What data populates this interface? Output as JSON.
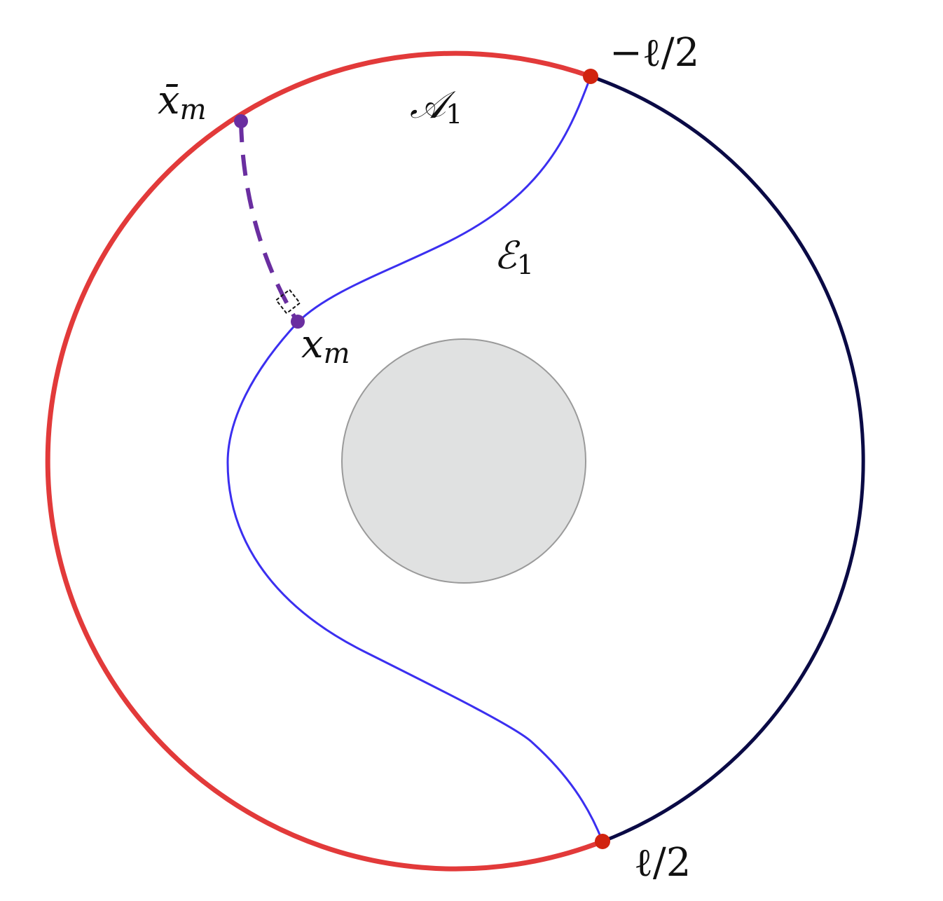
{
  "colors": {
    "region_arc": "#e23a3a",
    "complement_arc": "#0a0a45",
    "rt_surface": "#3b2ff0",
    "endpoint": "#d1230f",
    "geodesic": "#6a2ea0",
    "horizon_fill": "#e0e1e1",
    "horizon_stroke": "#9a9a9a"
  },
  "labels": {
    "left_endpoint": "−ℓ/2",
    "right_endpoint": "ℓ/2",
    "region": {
      "base": "𝒜",
      "sub": "1"
    },
    "surface": {
      "base": "ℰ",
      "sub": "1"
    },
    "boundary_point": {
      "base": "x̄",
      "sub": "m"
    },
    "bulk_point": {
      "base": "x",
      "sub": "m"
    }
  },
  "icons": {
    "right_angle": "right-angle-marker-icon"
  }
}
